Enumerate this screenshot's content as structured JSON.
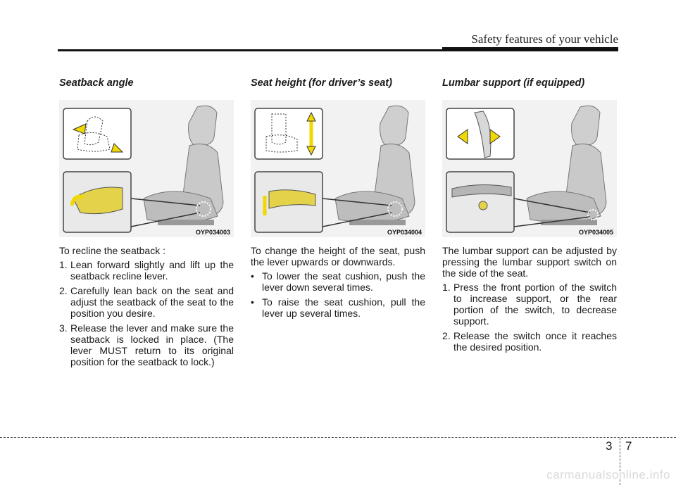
{
  "header": {
    "title": "Safety features of your vehicle"
  },
  "sections": [
    {
      "title": "Seatback angle",
      "figure_code": "OYP034003",
      "intro": "To recline the seatback :",
      "list_type": "ordered",
      "items": [
        {
          "marker": "1.",
          "text": "Lean forward slightly and lift up the seatback recline lever."
        },
        {
          "marker": "2.",
          "text": "Carefully lean back on the seat and adjust the seatback of the seat to the position you desire."
        },
        {
          "marker": "3.",
          "text": "Release the lever and make sure the seatback is locked in place. (The lever MUST return to its original position for the seatback to lock.)"
        }
      ]
    },
    {
      "title": "Seat height (for driver’s seat)",
      "figure_code": "OYP034004",
      "intro": "To change the height of the seat, push the lever upwards or downwards.",
      "list_type": "bullet",
      "items": [
        {
          "marker": "•",
          "text": "To lower the seat cushion, push the lever down several times."
        },
        {
          "marker": "•",
          "text": "To raise the seat cushion, pull the lever up several times."
        }
      ]
    },
    {
      "title": "Lumbar support (if equipped)",
      "figure_code": "OYP034005",
      "intro": "The lumbar support can be adjusted by pressing the lumbar support switch on the side of the seat.",
      "list_type": "ordered",
      "items": [
        {
          "marker": "1.",
          "text": "Press the front portion of the switch to increase support, or the rear portion of the switch, to decrease support."
        },
        {
          "marker": "2.",
          "text": "Release the switch once it reaches the desired position."
        }
      ]
    }
  ],
  "footer": {
    "chapter": "3",
    "page": "7"
  },
  "watermark": "carmanualsonline.info",
  "colors": {
    "lever_yellow": "#e3d24a",
    "arrow_yellow": "#f0d800",
    "seat_gray": "#c9c9c9",
    "figure_bg": "#f2f2f2"
  }
}
